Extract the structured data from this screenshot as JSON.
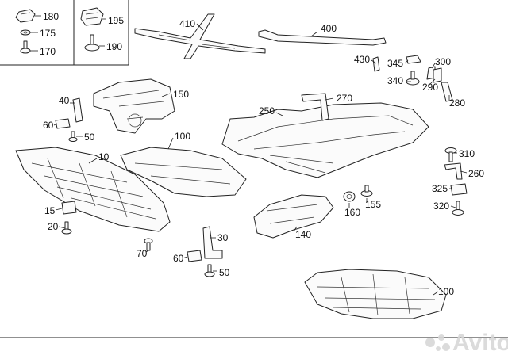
{
  "callouts": {
    "c180": "180",
    "c175": "175",
    "c170": "170",
    "c195": "195",
    "c190": "190",
    "c410": "410",
    "c400": "400",
    "c430": "430",
    "c345": "345",
    "c300": "300",
    "c340": "340",
    "c290": "290",
    "c280": "280",
    "c40": "40",
    "c150": "150",
    "c270": "270",
    "c250": "250",
    "c60a": "60",
    "c50a": "50",
    "c100a": "100",
    "c10": "10",
    "c310": "310",
    "c260": "260",
    "c325": "325",
    "c160": "160",
    "c155": "155",
    "c320": "320",
    "c15": "15",
    "c140": "140",
    "c20": "20",
    "c30": "30",
    "c70": "70",
    "c60b": "60",
    "c50b": "50",
    "c100b": "100"
  },
  "watermark": {
    "text": "Avito",
    "icon": "avito-logo-icon"
  },
  "colors": {
    "line": "#222222",
    "watermark": "#d8d8d8"
  }
}
